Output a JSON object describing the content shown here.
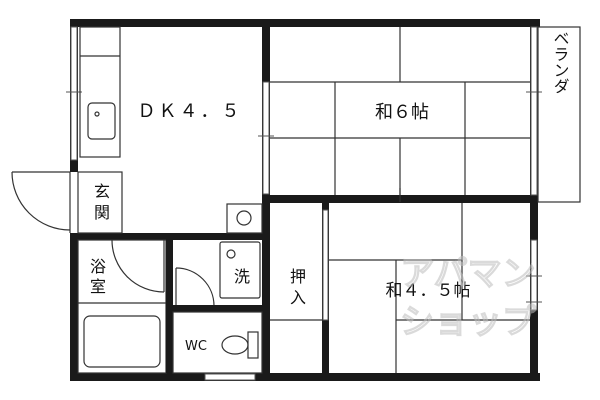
{
  "rooms": {
    "dk": "ＤＫ４．５",
    "washitsu_6": "和６帖",
    "washitsu_45": "和４．５帖",
    "veranda": "ベランダ",
    "entrance_1": "玄",
    "entrance_2": "関",
    "bath_1": "浴",
    "bath_2": "室",
    "wash_1": "洗",
    "closet_1": "押",
    "closet_2": "入",
    "wc": "WC"
  },
  "watermark": {
    "line1": "アパマン",
    "line2": "ショップ"
  }
}
